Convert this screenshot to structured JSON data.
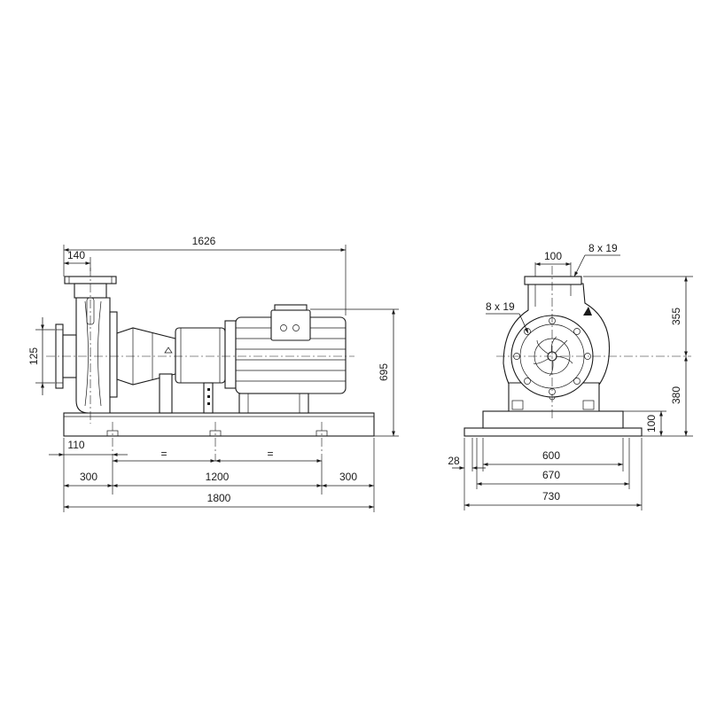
{
  "side_view": {
    "overall_length": "1626",
    "suction_offset": "140",
    "flange_height": "125",
    "total_height": "695",
    "bolt_inset": "110",
    "equal_left": "=",
    "equal_right": "=",
    "end_left": "300",
    "bolt_span": "1200",
    "end_right": "300",
    "base_length": "1800"
  },
  "front_view": {
    "discharge_width": "100",
    "discharge_holes": "8 x 19",
    "suction_holes": "8 x 19",
    "upper_height": "355",
    "shaft_height": "380",
    "base_height": "100",
    "foot_width": "28",
    "inner_span": "600",
    "mid_span": "670",
    "base_width": "730"
  }
}
